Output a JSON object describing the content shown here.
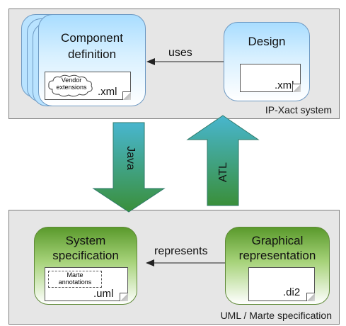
{
  "top_panel": {
    "caption": "IP-Xact system"
  },
  "bottom_panel": {
    "caption": "UML / Marte specification"
  },
  "component": {
    "title_line1": "Component",
    "title_line2": "definition",
    "note_line1": "Vendor",
    "note_line2": "extensions",
    "ext": ".xml"
  },
  "design": {
    "title": "Design",
    "ext": ".xml"
  },
  "system_spec": {
    "title_line1": "System",
    "title_line2": "specification",
    "note_line1": "Marte",
    "note_line2": "annotations",
    "ext": ".uml"
  },
  "graphical": {
    "title_line1": "Graphical",
    "title_line2": "representation",
    "ext": ".di2"
  },
  "edges": {
    "uses": "uses",
    "represents": "represents",
    "java": "Java",
    "atl": "ATL"
  },
  "colors": {
    "panel_bg": "#e6e6e6",
    "blue_top": "#a9ddff",
    "green_top": "#5a9a2c",
    "arrow_top": "#48b6cf",
    "arrow_bottom": "#3a8f3a"
  }
}
